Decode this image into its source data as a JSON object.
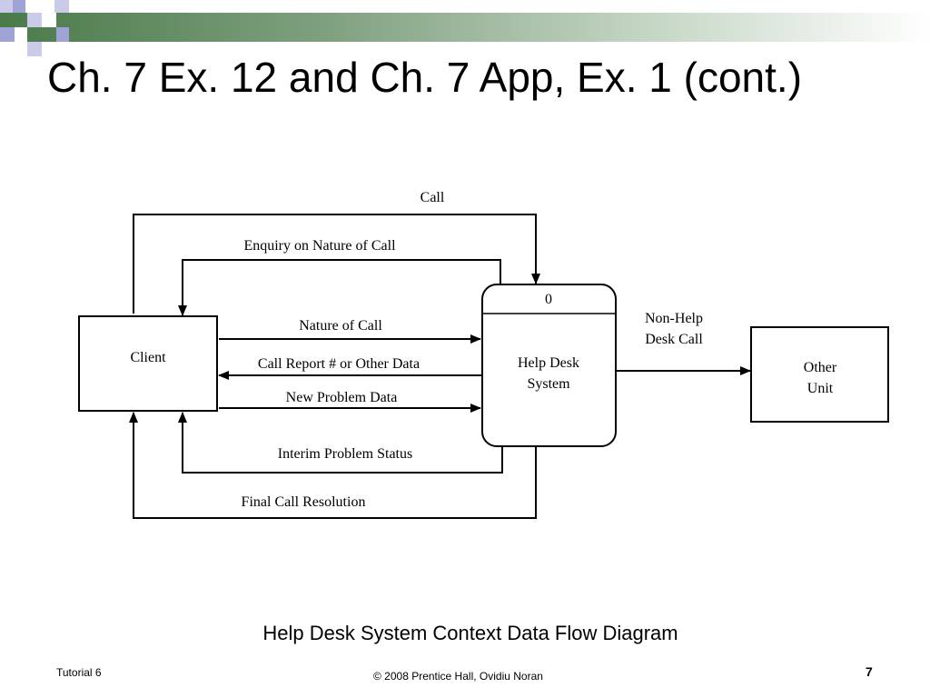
{
  "slide": {
    "title": "Ch. 7 Ex. 12 and Ch. 7 App, Ex. 1 (cont.)",
    "caption": "Help Desk System Context Data Flow Diagram",
    "footer_left": "Tutorial 6",
    "footer_center": "© 2008 Prentice Hall, Ovidiu Noran",
    "page_number": "7"
  },
  "diagram": {
    "entities": {
      "client": "Client",
      "other_unit_line1": "Other",
      "other_unit_line2": "Unit"
    },
    "process": {
      "number": "0",
      "name_line1": "Help Desk",
      "name_line2": "System"
    },
    "flows": {
      "call": "Call",
      "enquiry": "Enquiry on Nature of Call",
      "nature": "Nature of Call",
      "call_report": "Call Report # or Other Data",
      "new_problem": "New Problem Data",
      "interim_status": "Interim Problem Status",
      "final_resolution": "Final Call Resolution",
      "non_help_line1": "Non-Help",
      "non_help_line2": "Desk Call"
    }
  },
  "colors": {
    "bar_dark": "#4a7a4a",
    "deco_light": "#c9cbe8",
    "deco_mid": "#9fa3d6"
  }
}
